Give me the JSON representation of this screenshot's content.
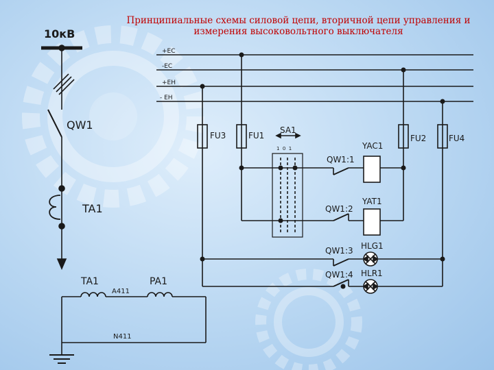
{
  "title": {
    "line1": "Принципиальные схемы силовой цепи, вторичной цепи управления и",
    "line2": "измерения высоковольтного выключателя"
  },
  "left_circuit": {
    "voltage": "10кВ",
    "breaker": "QW1",
    "current_transformer": "TA1",
    "ct_secondary": "TA1",
    "ammeter": "PA1",
    "wire_top": "A411",
    "wire_bottom": "N411"
  },
  "buses": {
    "plus_ec": "+EC",
    "minus_ec": "-EC",
    "plus_eh": "+EH",
    "minus_eh": "- EH"
  },
  "fuses": {
    "fu3": "FU3",
    "fu1": "FU1",
    "fu2": "FU2",
    "fu4": "FU4"
  },
  "switch": {
    "name": "SA1",
    "positions": "1  0  1"
  },
  "contacts": {
    "qw1_1": "QW1:1",
    "qw1_2": "QW1:2",
    "qw1_3": "QW1:3",
    "qw1_4": "QW1:4"
  },
  "coils": {
    "yac1": "YAC1",
    "yat1": "YAT1"
  },
  "lamps": {
    "hlg1": "HLG1",
    "hlr1": "HLR1"
  }
}
